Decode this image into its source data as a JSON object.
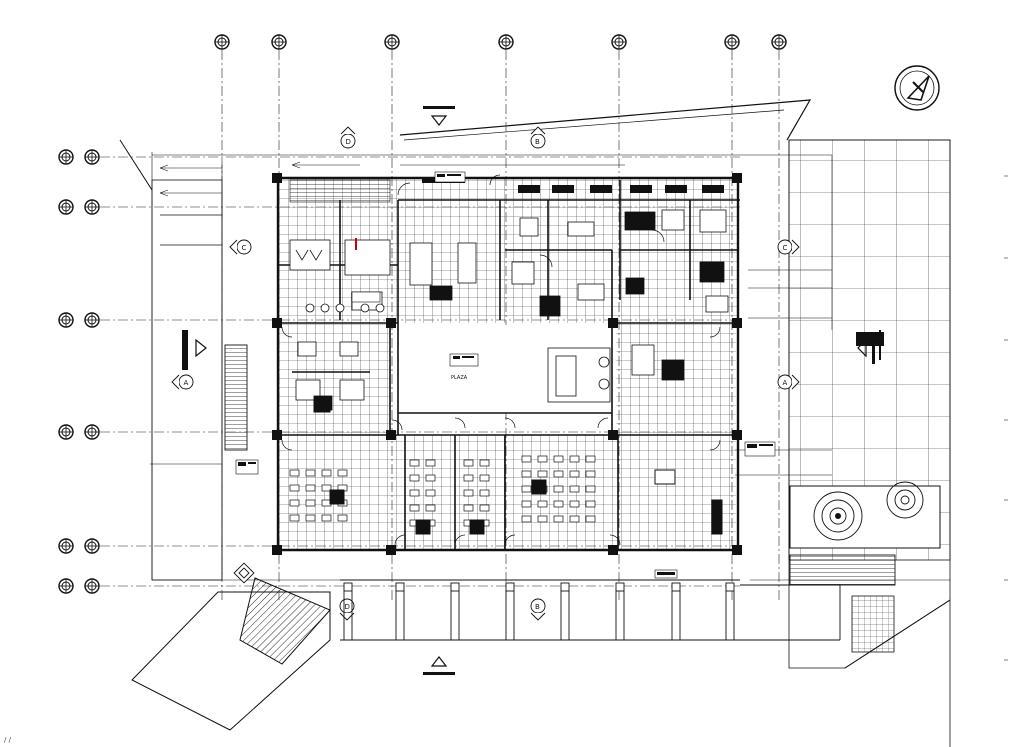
{
  "labels": {
    "plaza": "PLAZA",
    "section_d": "D",
    "section_b": "B",
    "section_c": "C",
    "section_a": "A",
    "corner_mark": "/ /"
  },
  "colors": {
    "line": "#111111",
    "accent_red": "#cc0000",
    "background": "#ffffff"
  },
  "icons": [
    "north-arrow-icon",
    "grid-bubble-icon",
    "section-marker-icon",
    "elevation-triangle-icon",
    "level-diamond-icon"
  ]
}
